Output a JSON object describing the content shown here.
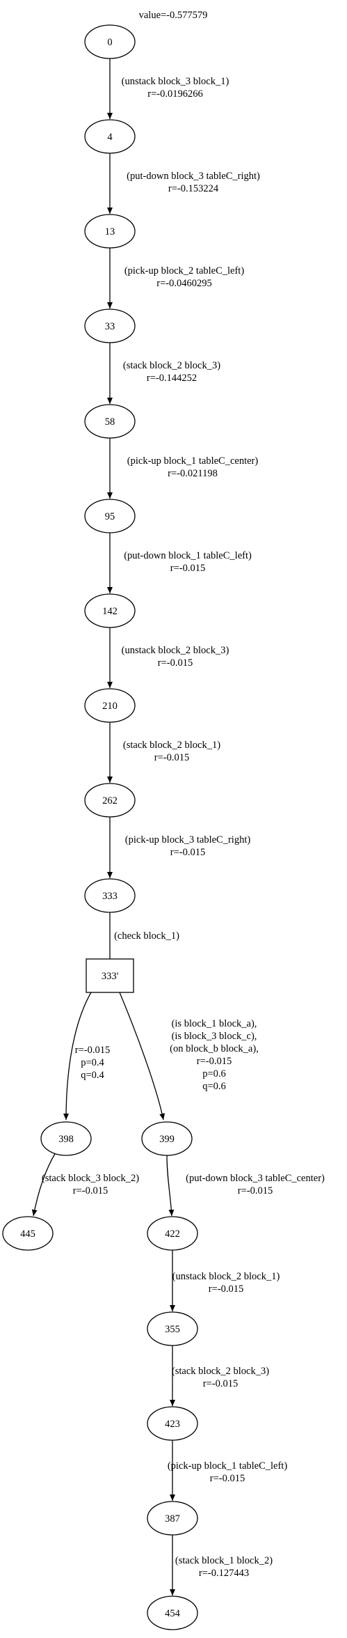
{
  "graph": {
    "title": "value=-0.577579",
    "nodes": [
      {
        "id": "0",
        "label": "0",
        "shape": "ellipse"
      },
      {
        "id": "4",
        "label": "4",
        "shape": "ellipse"
      },
      {
        "id": "13",
        "label": "13",
        "shape": "ellipse"
      },
      {
        "id": "33",
        "label": "33",
        "shape": "ellipse"
      },
      {
        "id": "58",
        "label": "58",
        "shape": "ellipse"
      },
      {
        "id": "95",
        "label": "95",
        "shape": "ellipse"
      },
      {
        "id": "142",
        "label": "142",
        "shape": "ellipse"
      },
      {
        "id": "210",
        "label": "210",
        "shape": "ellipse"
      },
      {
        "id": "262",
        "label": "262",
        "shape": "ellipse"
      },
      {
        "id": "333",
        "label": "333",
        "shape": "ellipse"
      },
      {
        "id": "333p",
        "label": "333'",
        "shape": "box"
      },
      {
        "id": "398",
        "label": "398",
        "shape": "ellipse"
      },
      {
        "id": "399",
        "label": "399",
        "shape": "ellipse"
      },
      {
        "id": "445",
        "label": "445",
        "shape": "ellipse"
      },
      {
        "id": "422",
        "label": "422",
        "shape": "ellipse"
      },
      {
        "id": "355",
        "label": "355",
        "shape": "ellipse"
      },
      {
        "id": "423",
        "label": "423",
        "shape": "ellipse"
      },
      {
        "id": "387",
        "label": "387",
        "shape": "ellipse"
      },
      {
        "id": "454",
        "label": "454",
        "shape": "ellipse"
      }
    ],
    "edges": [
      {
        "from": "0",
        "to": "4",
        "label": [
          "(unstack block_3 block_1)",
          "r=-0.0196266"
        ]
      },
      {
        "from": "4",
        "to": "13",
        "label": [
          "(put-down block_3 tableC_right)",
          "r=-0.153224"
        ]
      },
      {
        "from": "13",
        "to": "33",
        "label": [
          "(pick-up block_2 tableC_left)",
          "r=-0.0460295"
        ]
      },
      {
        "from": "33",
        "to": "58",
        "label": [
          "(stack block_2 block_3)",
          "r=-0.144252"
        ]
      },
      {
        "from": "58",
        "to": "95",
        "label": [
          "(pick-up block_1 tableC_center)",
          "r=-0.021198"
        ]
      },
      {
        "from": "95",
        "to": "142",
        "label": [
          "(put-down block_1 tableC_left)",
          "r=-0.015"
        ]
      },
      {
        "from": "142",
        "to": "210",
        "label": [
          "(unstack block_2 block_3)",
          "r=-0.015"
        ]
      },
      {
        "from": "210",
        "to": "262",
        "label": [
          "(stack block_2 block_1)",
          "r=-0.015"
        ]
      },
      {
        "from": "262",
        "to": "333",
        "label": [
          "(pick-up block_3 tableC_right)",
          "r=-0.015"
        ]
      },
      {
        "from": "333",
        "to": "333p",
        "label": [
          "(check block_1)"
        ]
      },
      {
        "from": "333p",
        "to": "398",
        "label": [
          "r=-0.015",
          "p=0.4",
          "q=0.4"
        ]
      },
      {
        "from": "333p",
        "to": "399",
        "label": [
          "(is block_1 block_a),",
          "(is block_3 block_c),",
          "(on block_b block_a),",
          "r=-0.015",
          "p=0.6",
          "q=0.6"
        ]
      },
      {
        "from": "398",
        "to": "445",
        "label": [
          "(stack block_3 block_2)",
          "r=-0.015"
        ]
      },
      {
        "from": "399",
        "to": "422",
        "label": [
          "(put-down block_3 tableC_center)",
          "r=-0.015"
        ]
      },
      {
        "from": "422",
        "to": "355",
        "label": [
          "(unstack block_2 block_1)",
          "r=-0.015"
        ]
      },
      {
        "from": "355",
        "to": "423",
        "label": [
          "(stack block_2 block_3)",
          "r=-0.015"
        ]
      },
      {
        "from": "423",
        "to": "387",
        "label": [
          "(pick-up block_1 tableC_left)",
          "r=-0.015"
        ]
      },
      {
        "from": "387",
        "to": "454",
        "label": [
          "(stack block_1 block_2)",
          "r=-0.127443"
        ]
      }
    ]
  }
}
